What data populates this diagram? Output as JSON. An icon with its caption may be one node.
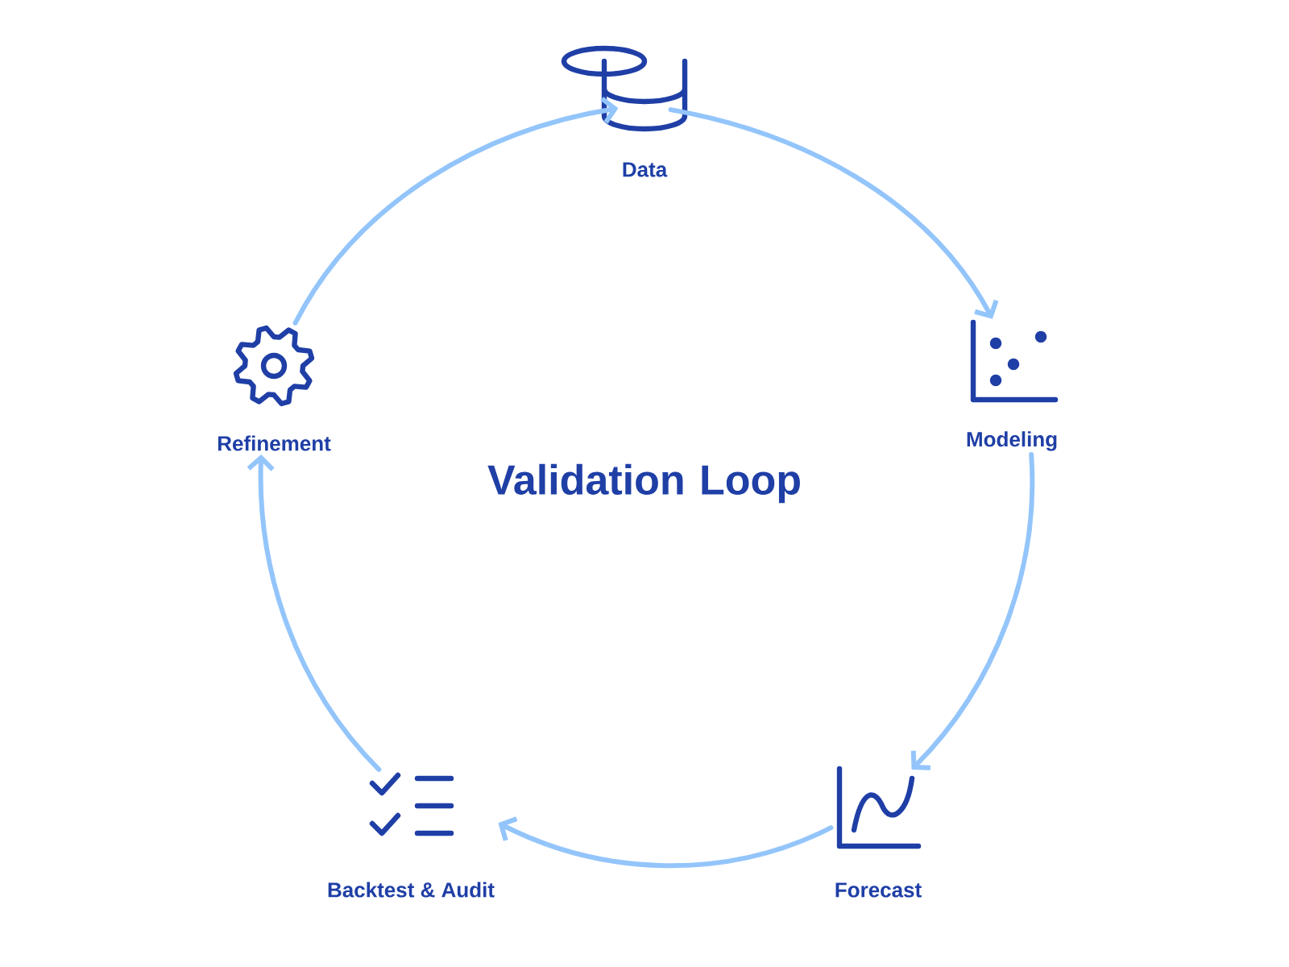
{
  "diagram": {
    "title": "Validation Loop",
    "nodes": [
      {
        "text": [
          "Data"
        ]
      },
      {
        "text": [
          "Modeling"
        ]
      },
      {
        "text": [
          "Forecast"
        ]
      },
      {
        "text": [
          "Backtest & Audit"
        ]
      },
      {
        "text": [
          "Refinement"
        ]
      }
    ],
    "edges": [
      {
        "from": 0,
        "to": 1,
        "arrow": "to"
      },
      {
        "from": 1,
        "to": 2,
        "arrow": "to"
      },
      {
        "from": 2,
        "to": 3,
        "arrow": "to"
      },
      {
        "from": 3,
        "to": 4,
        "arrow": "to"
      },
      {
        "from": 4,
        "to": 0,
        "arrow": "to"
      }
    ]
  }
}
